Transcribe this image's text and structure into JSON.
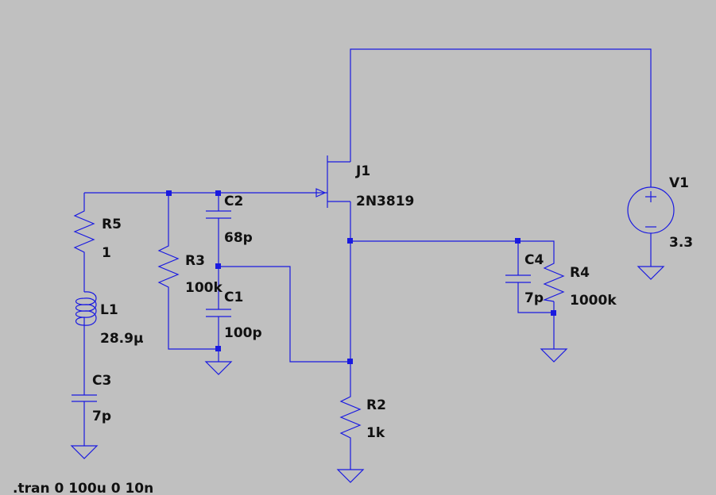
{
  "components": {
    "R5": {
      "name": "R5",
      "value": "1"
    },
    "L1": {
      "name": "L1",
      "value": "28.9µ"
    },
    "C3": {
      "name": "C3",
      "value": "7p"
    },
    "R3": {
      "name": "R3",
      "value": "100k"
    },
    "C2": {
      "name": "C2",
      "value": "68p"
    },
    "C1": {
      "name": "C1",
      "value": "100p"
    },
    "J1": {
      "name": "J1",
      "value": "2N3819"
    },
    "R2": {
      "name": "R2",
      "value": "1k"
    },
    "C4": {
      "name": "C4",
      "value": "7p"
    },
    "R4": {
      "name": "R4",
      "value": "1000k"
    },
    "V1": {
      "name": "V1",
      "value": "3.3"
    }
  },
  "directive": ".tran 0 100u 0 10n",
  "colors": {
    "wire": "#1a1ae0",
    "background": "#c0c0c0",
    "text": "#111111"
  }
}
